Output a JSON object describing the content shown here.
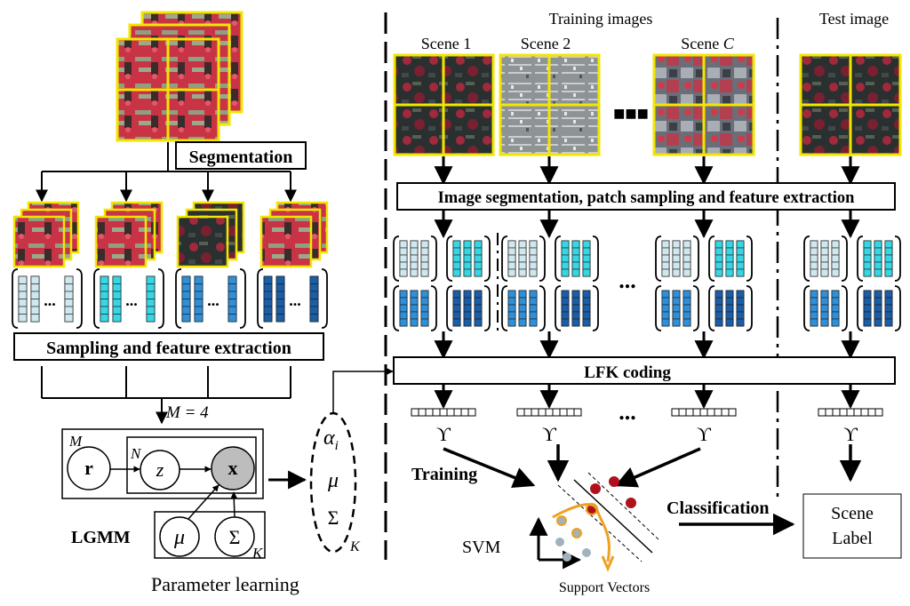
{
  "colors": {
    "accent_yellow": "#f2e600",
    "aerial_red": "#c83446",
    "aerial_dark": "#2a3030",
    "aerial_green": "#6f8a60",
    "feature_pale": "#cfe7ee",
    "feature_cyan": "#36d6e4",
    "feature_blue": "#2f8fd8",
    "feature_dark": "#1b5ea8",
    "sv_red": "#b0101a",
    "sv_orange": "#f0a020",
    "sv_grey": "#9fb2bd",
    "line": "#000000"
  },
  "left": {
    "segmentation_label": "Segmentation",
    "sampling_label": "Sampling and feature extraction",
    "m_value_label": "M = 4",
    "plate_outer_label": "M",
    "plate_inner_label": "N",
    "plate_k_label": "K",
    "node_r": "r",
    "node_z": "z",
    "node_x": "x",
    "node_mu": "μ",
    "node_sigma": "Σ",
    "lgmm_label": "LGMM",
    "parameter_learning_label": "Parameter learning",
    "ellipse_alpha": "α",
    "ellipse_alpha_sub": "i",
    "ellipse_mu": "μ",
    "ellipse_sigma": "Σ",
    "ellipse_k": "K",
    "dots": "..."
  },
  "right": {
    "training_images_label": "Training images",
    "test_image_label": "Test image",
    "scene1_label": "Scene 1",
    "scene2_label": "Scene 2",
    "scenec_label": "Scene ",
    "scenec_italic": "C",
    "segment_bar_label": "Image segmentation,  patch sampling and feature extraction",
    "lfk_label": "LFK coding",
    "upsilon": "ϒ",
    "dots_big": "■■■",
    "dots_mid": "...",
    "training_label": "Training",
    "svm_label": "SVM",
    "support_vectors_label": "Support Vectors",
    "classification_label": "Classification",
    "scene_label_line1": "Scene",
    "scene_label_line2": "Label"
  }
}
